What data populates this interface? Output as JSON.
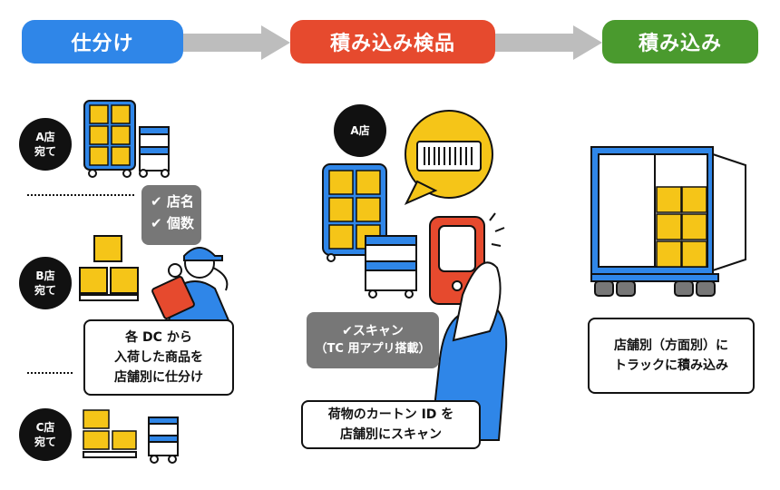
{
  "steps": [
    {
      "label": "仕分け",
      "color": "#2f86e8"
    },
    {
      "label": "積み込み検品",
      "color": "#e64a2e"
    },
    {
      "label": "積み込み",
      "color": "#4a9a2e"
    }
  ],
  "arrow_color": "#bdbdbd",
  "destinations": {
    "a": {
      "line1": "A店",
      "line2": "宛て"
    },
    "b": {
      "line1": "B店",
      "line2": "宛て"
    },
    "c": {
      "line1": "C店",
      "line2": "宛て"
    }
  },
  "checklist": {
    "item1": "店名",
    "item2": "個数",
    "check": "✔"
  },
  "sort_box": {
    "line1": "各 DC から",
    "line2": "入荷した商品を",
    "line3": "店舗別に仕分け"
  },
  "inspect": {
    "store_badge": "A店",
    "scan_label": "✔スキャン",
    "scan_sub": "（TC 用アプリ搭載）",
    "box_line1": "荷物のカートン ID を",
    "box_line2": "店舗別にスキャン"
  },
  "load_box": {
    "line1": "店舗別（方面別）に",
    "line2": "トラックに積み込み"
  },
  "colors": {
    "box_yellow": "#f5c518",
    "cart_blue": "#2f86e8",
    "scanner_red": "#e64a2e",
    "bubble_yellow": "#f5c518"
  }
}
